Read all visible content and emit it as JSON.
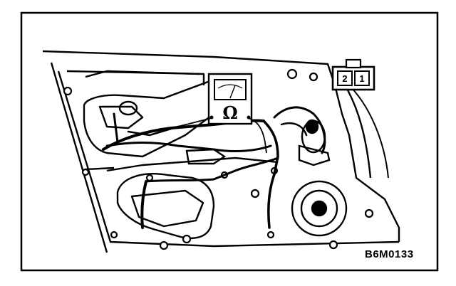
{
  "figure_code": "B6M0133",
  "meter": {
    "symbol": "Ω"
  },
  "connector": {
    "pins": [
      "2",
      "1"
    ]
  }
}
